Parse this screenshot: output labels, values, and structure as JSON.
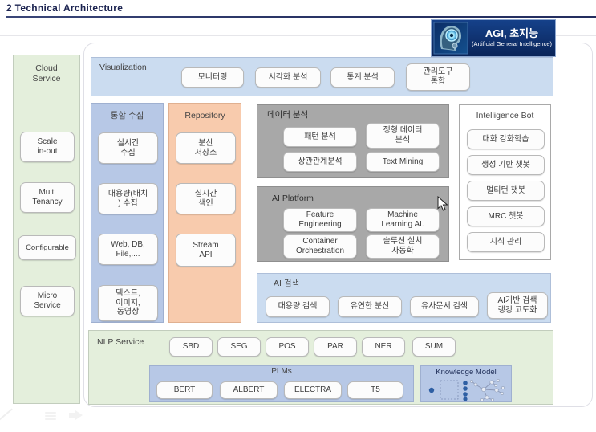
{
  "header": {
    "title": "2 Technical Architecture"
  },
  "badge": {
    "title": "AGI, 초지능",
    "subtitle": "(Artificial General Intelligence)"
  },
  "cloud_service": {
    "title": "Cloud\nService",
    "items": [
      "Scale\nin-out",
      "Multi\nTenancy",
      "Configurable",
      "Micro\nService"
    ]
  },
  "visualization": {
    "title": "Visualization",
    "items": [
      "모니터링",
      "시각화 분석",
      "통계 분석",
      "관리도구\n통합"
    ]
  },
  "ingest": {
    "title": "통합 수집",
    "items": [
      "실시간\n수집",
      "대용량(배치\n) 수집",
      "Web, DB,\nFile,....",
      "텍스트,\n이미지,\n동영상"
    ]
  },
  "repository": {
    "title": "Repository",
    "items": [
      "분산\n저장소",
      "실시간\n색인",
      "Stream\nAPI"
    ]
  },
  "data_analysis": {
    "title": "데이터 분석",
    "items": [
      "패턴 분석",
      "정형 데이터\n분석",
      "상관관계분석",
      "Text Mining"
    ]
  },
  "ai_platform": {
    "title": "AI Platform",
    "items": [
      "Feature\nEngineering",
      "Machine\nLearning AI.",
      "Container\nOrchestration",
      "솔루션 설치\n자동화"
    ]
  },
  "intelligence_bot": {
    "title": "Intelligence Bot",
    "items": [
      "대화 강화학습",
      "생성 기반 챗봇",
      "멀티턴 챗봇",
      "MRC 챗봇",
      "지식 관리"
    ]
  },
  "ai_search": {
    "title": "AI 검색",
    "items": [
      "대용량 검색",
      "유연한 분산",
      "유사문서 검색",
      "AI기반 검색\n랭킹 고도화"
    ]
  },
  "nlp_service": {
    "title": "NLP Service",
    "items": [
      "SBD",
      "SEG",
      "POS",
      "PAR",
      "NER",
      "SUM"
    ]
  },
  "plms": {
    "title": "PLMs",
    "items": [
      "BERT",
      "ALBERT",
      "ELECTRA",
      "T5"
    ]
  },
  "knowledge_model": {
    "title": "Knowledge Model"
  },
  "colors": {
    "panel_blue": "#cbdcf0",
    "panel_periwinkle": "#b7c8e6",
    "panel_orange": "#f8cbad",
    "panel_gray": "#a8a8a8",
    "panel_green": "#e4efdc",
    "badge_navy": "#0d2f6b",
    "title_navy": "#1b2350"
  },
  "icons": {
    "robot_icon": "robot-head-artwork",
    "knowledge_graph_icon": "molecule-graph",
    "mouse_cursor_icon": "arrow-pointer",
    "list_icon": "hamburger-lines",
    "right_arrow_icon": "hollow-right-arrow",
    "pencil_icon": "diagonal-stroke"
  }
}
